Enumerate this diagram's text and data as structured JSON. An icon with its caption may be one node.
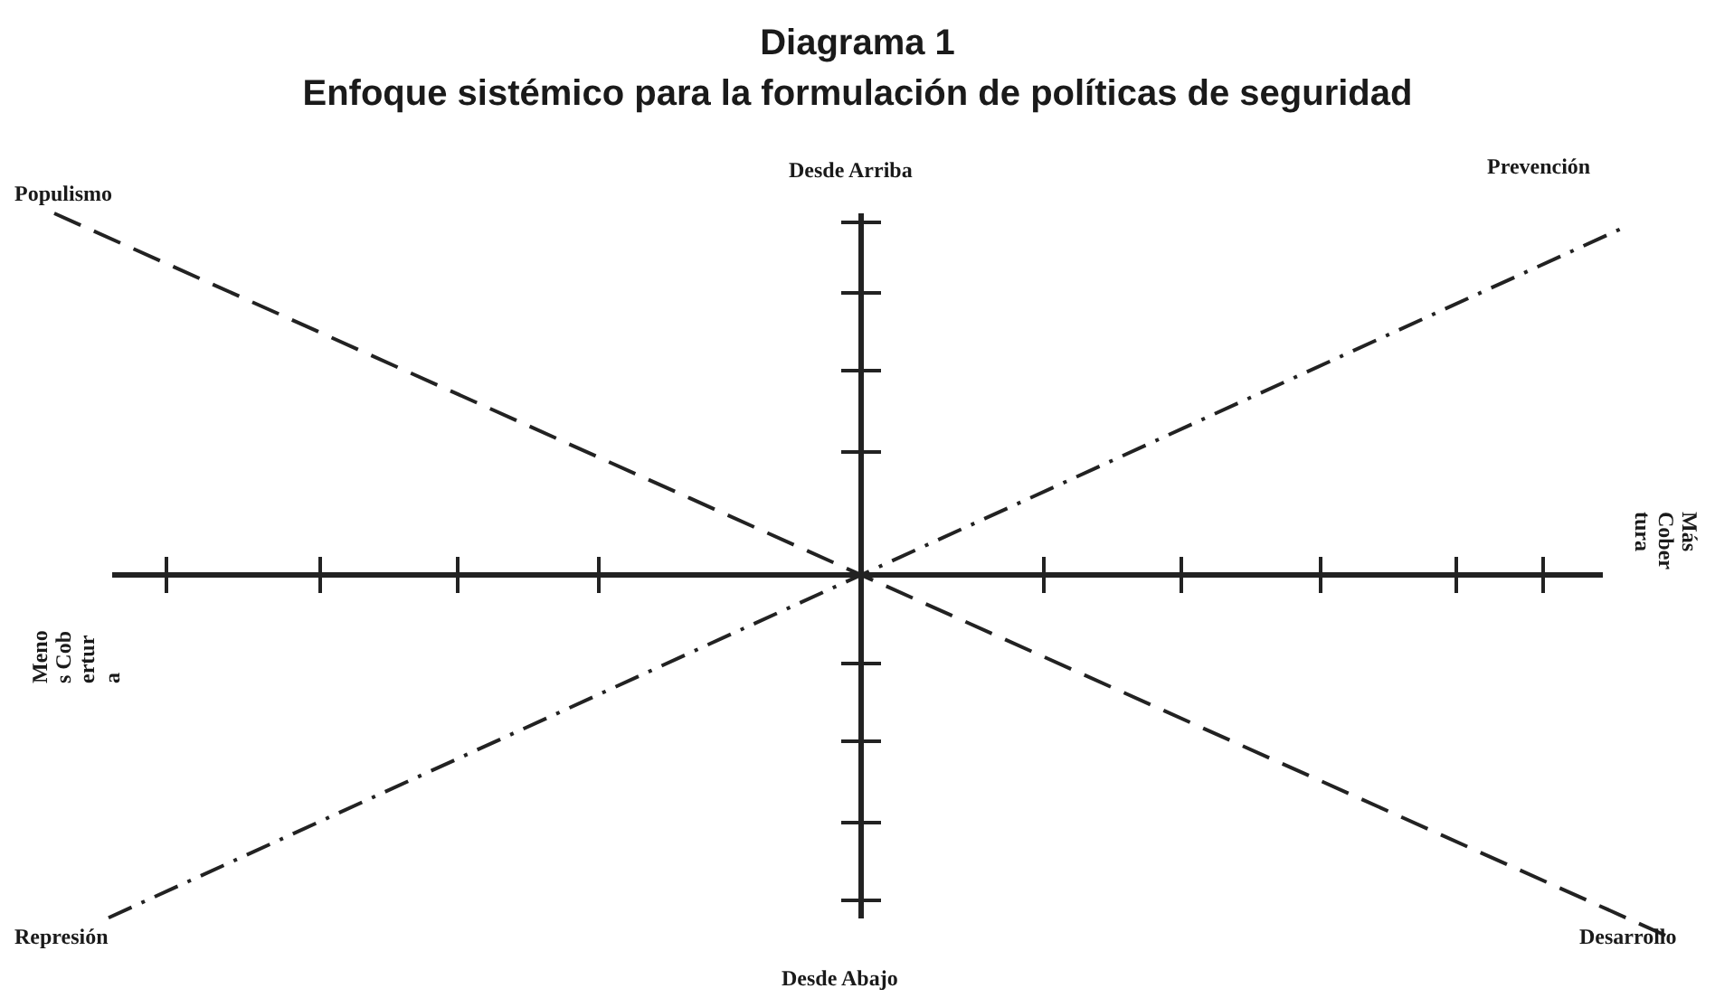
{
  "diagram": {
    "title": "Diagrama 1",
    "labels": [
      "Enfoque sistémico para la formulación de políticas de seguridad",
      "Populismo",
      "Desde Arriba",
      "Prevención",
      "Menos Cobertura",
      "Más Cobertura",
      "Represión",
      "Desarrollo",
      "Desde Abajo"
    ]
  }
}
